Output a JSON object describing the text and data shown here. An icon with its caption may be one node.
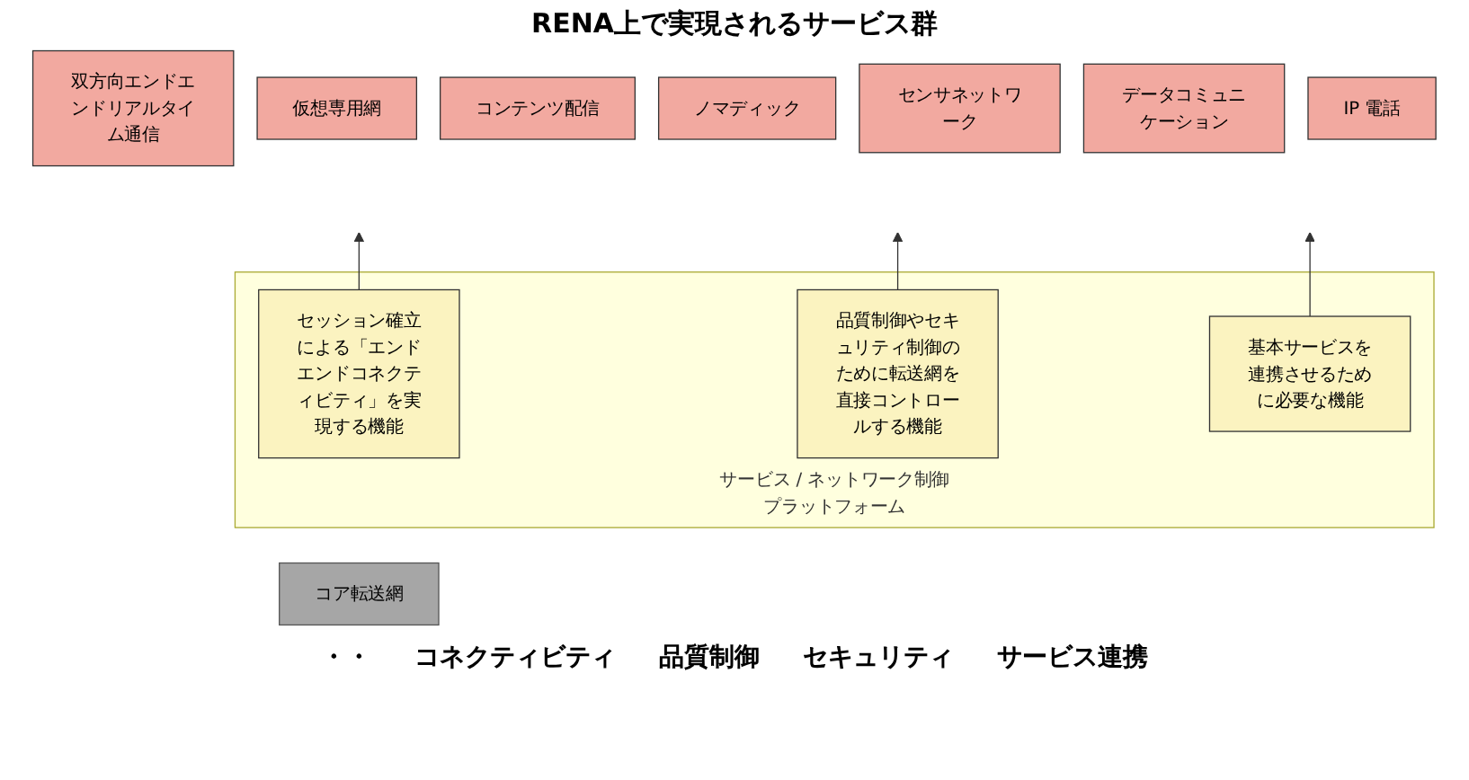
{
  "diagram": {
    "title": "RENA上で実現されるサービス群",
    "nodes": [
      {
        "text": [
          "双方向エンドエンドリアルタイム通信"
        ]
      },
      {
        "text": [
          "仮想専用網"
        ]
      },
      {
        "text": [
          "コンテンツ配信"
        ]
      },
      {
        "text": [
          "ノマディック"
        ]
      },
      {
        "text": [
          "センサネットワーク"
        ]
      },
      {
        "text": [
          "データコミュニケーション"
        ]
      },
      {
        "text": [
          "IP 電話"
        ]
      },
      {
        "text": [
          "サービス / ネットワーク制御プラットフォーム"
        ]
      },
      {
        "text": [
          "セッション確立による「エンドエンドコネクティビティ」を実現する機能"
        ],
        "in": 7
      },
      {
        "text": [
          "品質制御やセキュリティ制御のために転送網を直接コントロールする機能"
        ],
        "in": 7
      },
      {
        "text": [
          "基本サービスを連携させるために必要な機能"
        ],
        "in": 7
      },
      {
        "text": [
          "コア転送網"
        ]
      }
    ],
    "edges": [
      {
        "from": 8,
        "to": null,
        "arrow": "to"
      },
      {
        "from": 9,
        "to": null,
        "arrow": "to"
      },
      {
        "from": 10,
        "to": null,
        "arrow": "to"
      }
    ],
    "labels": [
      "・・",
      "コネクティビティ",
      "品質制御",
      "セキュリティ",
      "サービス連携"
    ]
  }
}
